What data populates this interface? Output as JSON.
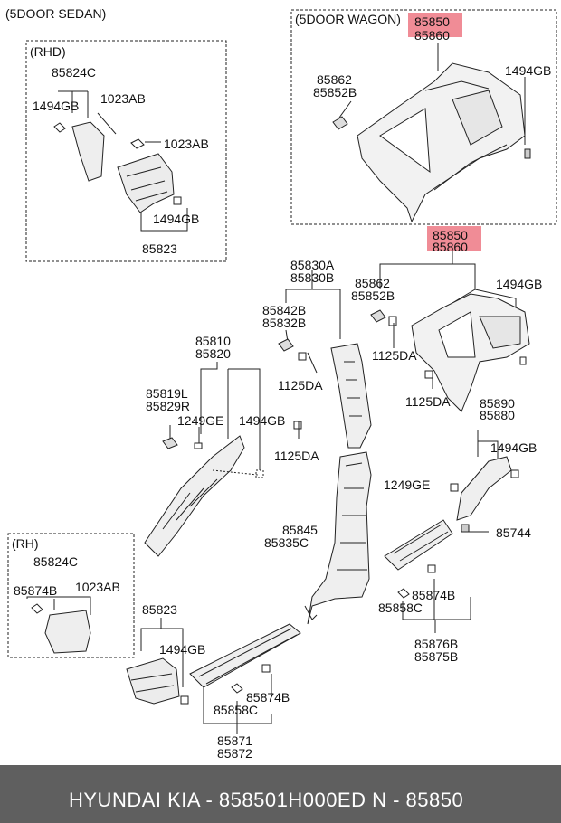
{
  "sections": {
    "sedan": "(5DOOR SEDAN)",
    "wagon": "(5DOOR WAGON)",
    "rhd": "(RHD)",
    "rh": "(RH)"
  },
  "labels": {
    "wagon_top_1": "85850",
    "wagon_top_2": "85860",
    "w_85862": "85862",
    "w_85852B": "85852B",
    "w_1494GB": "1494GB",
    "rhd_85824C": "85824C",
    "rhd_1494GB_a": "1494GB",
    "rhd_1023AB_a": "1023AB",
    "rhd_1023AB_b": "1023AB",
    "rhd_1494GB_b": "1494GB",
    "rhd_85823": "85823",
    "mid_85850": "85850",
    "mid_85860": "85860",
    "m_85862": "85862",
    "m_85852B": "85852B",
    "m_1494GB": "1494GB",
    "m_1125DA_a": "1125DA",
    "m_1125DA_b": "1125DA",
    "c_85830A": "85830A",
    "c_85830B": "85830B",
    "c_85842B": "85842B",
    "c_85832B": "85832B",
    "c_1125DA_a": "1125DA",
    "c_1125DA_b": "1125DA",
    "a_85810": "85810",
    "a_85820": "85820",
    "a_85819L": "85819L",
    "a_85829R": "85829R",
    "a_1249GE": "1249GE",
    "a_1494GB": "1494GB",
    "b_85845": "85845",
    "b_85835C": "85835C",
    "r_85890": "85890",
    "r_85880": "85880",
    "r_1494GB": "1494GB",
    "r_1249GE": "1249GE",
    "r_85744": "85744",
    "rs_85874B": "85874B",
    "rs_85858C": "85858C",
    "rs_85876B": "85876B",
    "rs_85875B": "85875B",
    "rh_85824C": "85824C",
    "rh_85874B": "85874B",
    "rh_1023AB": "1023AB",
    "l_85823": "85823",
    "l_1494GB": "1494GB",
    "ls_85874B": "85874B",
    "ls_85858C": "85858C",
    "ls_85871": "85871",
    "ls_85872": "85872"
  },
  "footer": {
    "text": "HYUNDAI  KIA - 858501H000ED      N - 85850"
  },
  "colors": {
    "highlight": "#f08c96",
    "footer_bg": "#5f5f5f",
    "line": "#222222"
  }
}
